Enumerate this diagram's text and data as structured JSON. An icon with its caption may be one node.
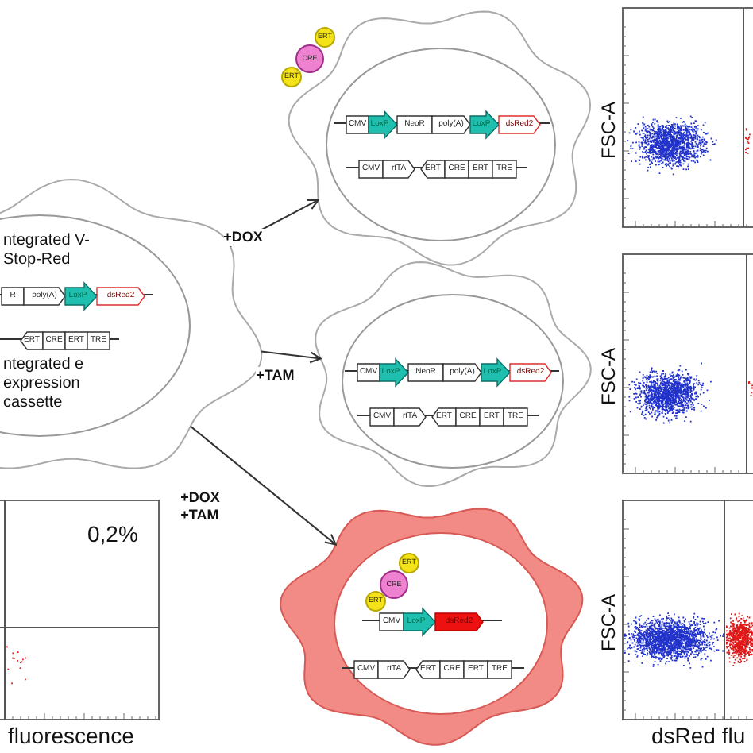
{
  "diagram": {
    "nodes": [
      {
        "text": [],
        "shape": "blob"
      },
      {
        "text": [
          "ntegrated V-Stop-Red",
          "ntegrated e expression cassette"
        ],
        "in": 0
      },
      {
        "text": [
          "R"
        ],
        "in": 1
      },
      {
        "text": [
          "poly(A)"
        ],
        "in": 1
      },
      {
        "text": [
          "LoxP"
        ],
        "in": 1
      },
      {
        "text": [
          "dsRed2"
        ],
        "in": 1
      },
      {
        "text": [
          "ERT"
        ],
        "in": 1
      },
      {
        "text": [
          "CRE"
        ],
        "in": 1
      },
      {
        "text": [
          "ERT"
        ],
        "in": 1
      },
      {
        "text": [
          "TRE"
        ],
        "in": 1
      },
      {
        "text": [],
        "shape": "blob"
      },
      {
        "text": [
          "CRE"
        ],
        "in": 10
      },
      {
        "text": [
          "ERT"
        ],
        "in": 10
      },
      {
        "text": [
          "ERT"
        ],
        "in": 10
      },
      {
        "text": [],
        "shape": "ellipse",
        "in": 10
      },
      {
        "text": [
          "CMV"
        ],
        "in": 14
      },
      {
        "text": [
          "LoxP"
        ],
        "in": 14
      },
      {
        "text": [
          "NeoR"
        ],
        "in": 14
      },
      {
        "text": [
          "poly(A)"
        ],
        "in": 14
      },
      {
        "text": [
          "LoxP"
        ],
        "in": 14
      },
      {
        "text": [
          "dsRed2"
        ],
        "in": 14
      },
      {
        "text": [
          "CMV"
        ],
        "in": 14
      },
      {
        "text": [
          "rtTA"
        ],
        "in": 14
      },
      {
        "text": [
          "ERT"
        ],
        "in": 14
      },
      {
        "text": [
          "CRE"
        ],
        "in": 14
      },
      {
        "text": [
          "ERT"
        ],
        "in": 14
      },
      {
        "text": [
          "TRE"
        ],
        "in": 14
      },
      {
        "text": [],
        "shape": "blob"
      },
      {
        "text": [],
        "shape": "ellipse",
        "in": 27
      },
      {
        "text": [
          "CMV"
        ],
        "in": 28
      },
      {
        "text": [
          "LoxP"
        ],
        "in": 28
      },
      {
        "text": [
          "NeoR"
        ],
        "in": 28
      },
      {
        "text": [
          "poly(A)"
        ],
        "in": 28
      },
      {
        "text": [
          "LoxP"
        ],
        "in": 28
      },
      {
        "text": [
          "dsRed2"
        ],
        "in": 28
      },
      {
        "text": [
          "CMV"
        ],
        "in": 28
      },
      {
        "text": [
          "rtTA"
        ],
        "in": 28
      },
      {
        "text": [
          "ERT"
        ],
        "in": 28
      },
      {
        "text": [
          "CRE"
        ],
        "in": 28
      },
      {
        "text": [
          "ERT"
        ],
        "in": 28
      },
      {
        "text": [
          "TRE"
        ],
        "in": 28
      },
      {
        "text": [],
        "shape": "blob"
      },
      {
        "text": [],
        "shape": "ellipse",
        "in": 41
      },
      {
        "text": [
          "CRE"
        ],
        "in": 42
      },
      {
        "text": [
          "ERT"
        ],
        "in": 42
      },
      {
        "text": [
          "ERT"
        ],
        "in": 42
      },
      {
        "text": [
          "CMV"
        ],
        "in": 42
      },
      {
        "text": [
          "LoxP"
        ],
        "in": 42
      },
      {
        "text": [
          "dsRed2"
        ],
        "in": 42
      },
      {
        "text": [
          "CMV"
        ],
        "in": 42
      },
      {
        "text": [
          "rtTA"
        ],
        "in": 42
      },
      {
        "text": [
          "ERT"
        ],
        "in": 42
      },
      {
        "text": [
          "CRE"
        ],
        "in": 42
      },
      {
        "text": [
          "ERT"
        ],
        "in": 42
      },
      {
        "text": [
          "TRE"
        ],
        "in": 42
      }
    ],
    "edges": [
      {
        "from": 0,
        "to": 10,
        "arrow": "to",
        "label": "+DOX"
      },
      {
        "from": 0,
        "to": 27,
        "arrow": "to",
        "label": "+TAM"
      },
      {
        "from": 0,
        "to": 41,
        "arrow": "to",
        "label": "+DOX +TAM"
      }
    ],
    "labels": [
      "FSC-A",
      "FSC-A",
      "0,2%",
      "FSC-A",
      "fluorescence",
      "dsRed flu"
    ]
  }
}
